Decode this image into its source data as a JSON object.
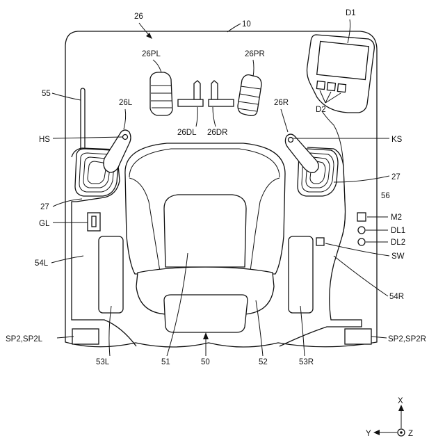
{
  "labels": {
    "l26": "26",
    "l10": "10",
    "d1": "D1",
    "d2": "D2",
    "p26pl": "26PL",
    "p26pr": "26PR",
    "l55": "55",
    "l26l": "26L",
    "l26r": "26R",
    "l26dl": "26DL",
    "l26dr": "26DR",
    "hs": "HS",
    "ks": "KS",
    "l27_right": "27",
    "l27_left": "27",
    "l56": "56",
    "gl": "GL",
    "m2": "M2",
    "dl1": "DL1",
    "dl2": "DL2",
    "sw": "SW",
    "l54l": "54L",
    "l54r": "54R",
    "sp2l": "SP2,SP2L",
    "sp2r": "SP2,SP2R",
    "l53l": "53L",
    "l51": "51",
    "l50": "50",
    "l52": "52",
    "l53r": "53R"
  },
  "axes": {
    "x": "X",
    "y": "Y",
    "z": "Z"
  }
}
